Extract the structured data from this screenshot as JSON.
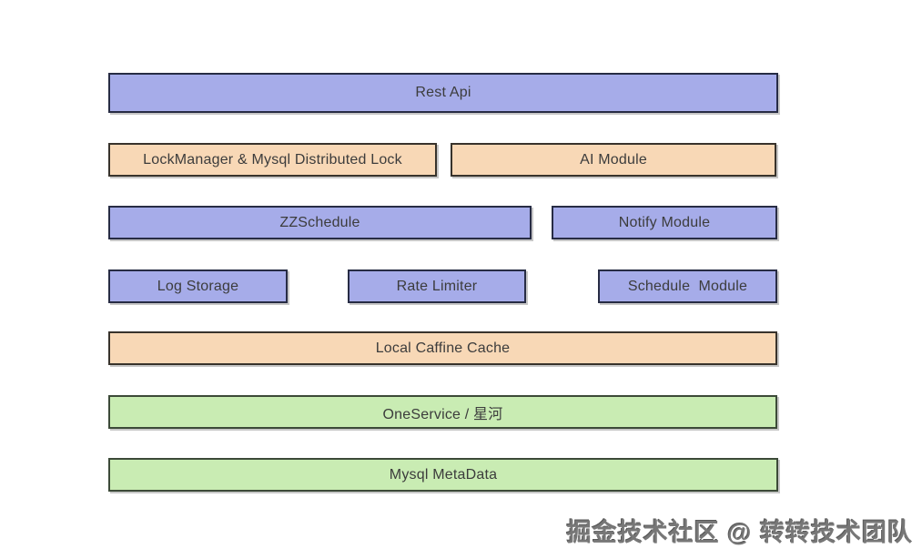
{
  "diagram": {
    "rows": [
      {
        "name": "api-layer",
        "boxes": [
          {
            "label": "Rest Api",
            "color_key": "purple"
          }
        ]
      },
      {
        "name": "lock-and-ai-layer",
        "boxes": [
          {
            "label": "LockManager & Mysql Distributed Lock",
            "color_key": "orange"
          },
          {
            "label": "AI Module",
            "color_key": "orange"
          }
        ]
      },
      {
        "name": "schedule-notify-layer",
        "boxes": [
          {
            "label": "ZZSchedule",
            "color_key": "purple"
          },
          {
            "label": "Notify Module",
            "color_key": "purple"
          }
        ]
      },
      {
        "name": "core-modules-layer",
        "boxes": [
          {
            "label": "Log Storage",
            "color_key": "purple"
          },
          {
            "label": "Rate Limiter",
            "color_key": "purple"
          },
          {
            "label": "Schedule  Module",
            "color_key": "purple"
          }
        ]
      },
      {
        "name": "cache-layer",
        "boxes": [
          {
            "label": "Local Caffine Cache",
            "color_key": "orange"
          }
        ]
      },
      {
        "name": "service-layer",
        "boxes": [
          {
            "label": "OneService / 星河",
            "color_key": "green"
          }
        ]
      },
      {
        "name": "storage-layer",
        "boxes": [
          {
            "label": "Mysql MetaData",
            "color_key": "green"
          }
        ]
      }
    ]
  },
  "palette": {
    "purple_fill": "#a6ace9",
    "purple_border": "#272c44",
    "orange_fill": "#f8d8b6",
    "orange_border": "#38332c",
    "green_fill": "#c9ecb3",
    "green_border": "#3c4a38",
    "label_text": "#3c3c3c"
  },
  "watermark": {
    "text": "掘金技术社区 @ 转转技术团队"
  }
}
